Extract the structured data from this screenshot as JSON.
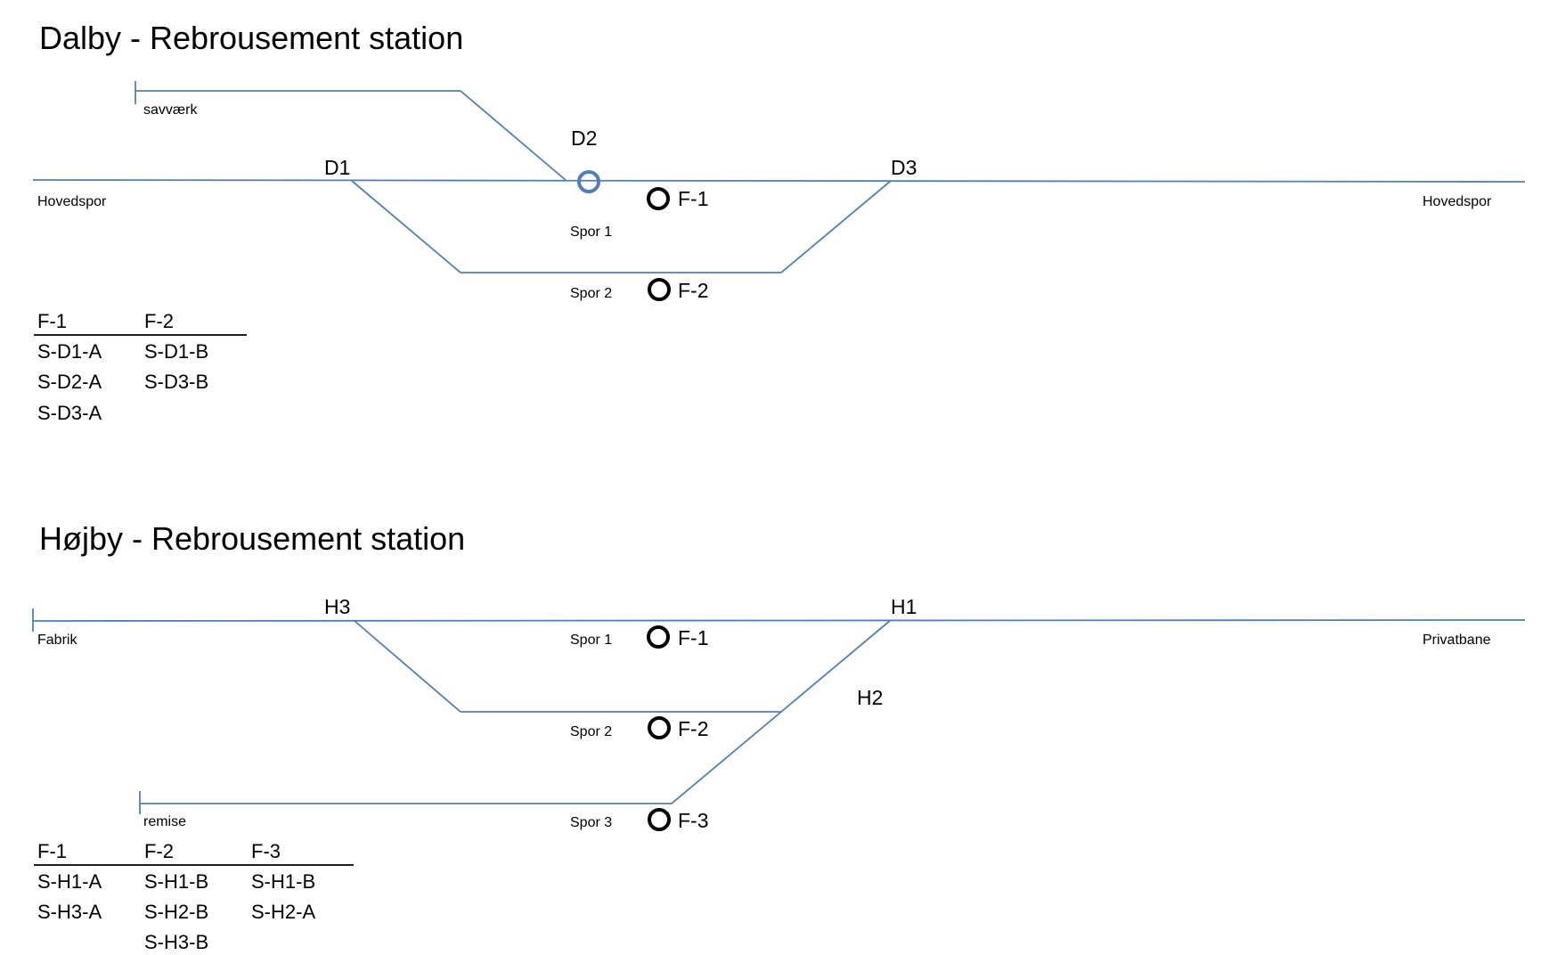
{
  "dalby": {
    "title": "Dalby - Rebrousement station",
    "switches": [
      "D1",
      "D2",
      "D3"
    ],
    "track_labels": {
      "left": "Hovedspor",
      "right": "Hovedspor",
      "siding": "savværk",
      "spor1": "Spor 1",
      "spor2": "Spor 2"
    },
    "signals": [
      "F-1",
      "F-2"
    ],
    "routes": {
      "headers": [
        "F-1",
        "F-2"
      ],
      "columns": [
        [
          "S-D1-A",
          "S-D2-A",
          "S-D3-A"
        ],
        [
          "S-D1-B",
          "S-D3-B"
        ]
      ]
    }
  },
  "hojby": {
    "title": "Højby - Rebrousement station",
    "switches": [
      "H3",
      "H1",
      "H2"
    ],
    "track_labels": {
      "left": "Fabrik",
      "right": "Privatbane",
      "siding": "remise",
      "spor1": "Spor 1",
      "spor2": "Spor 2",
      "spor3": "Spor 3"
    },
    "signals": [
      "F-1",
      "F-2",
      "F-3"
    ],
    "routes": {
      "headers": [
        "F-1",
        "F-2",
        "F-3"
      ],
      "columns": [
        [
          "S-H1-A",
          "S-H3-A"
        ],
        [
          "S-H1-B",
          "S-H2-B",
          "S-H3-B"
        ],
        [
          "S-H1-B",
          "S-H2-A"
        ]
      ]
    }
  },
  "colors": {
    "track": "#4f7fba",
    "signal": "#000000",
    "highlight_signal": "#4f7fba"
  }
}
